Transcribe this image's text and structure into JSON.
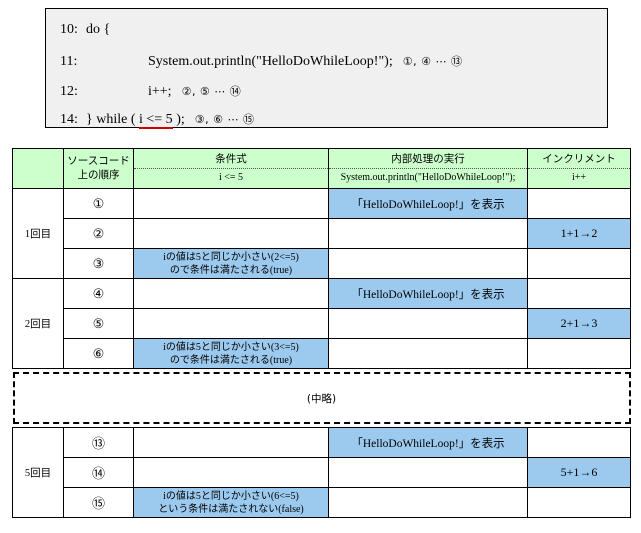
{
  "code_block": {
    "lines": [
      {
        "lineno": "10:",
        "indent": false,
        "code": "do {",
        "marks": ""
      },
      {
        "lineno": "11:",
        "indent": true,
        "code": "System.out.println(\"HelloDoWhileLoop!\");",
        "marks": "①, ④ ⋯ ⑬"
      },
      {
        "lineno": "12:",
        "indent": true,
        "code": "i++;",
        "marks": "②, ⑤ ⋯ ⑭"
      },
      {
        "lineno": "14:",
        "indent": false,
        "code_pre": "} while ( ",
        "code_cond": "i <= 5",
        "code_post": " );",
        "marks": "③, ⑥ ⋯ ⑮"
      }
    ]
  },
  "table": {
    "header": {
      "corner": "",
      "order_col": "ソースコード上の順序",
      "cond_col_title": "条件式",
      "cond_col_sub": "i <= 5",
      "exec_col_title": "内部処理の実行",
      "exec_col_sub": "System.out.println(\"HelloDoWhileLoop!\");",
      "incr_col_title": "インクリメント",
      "incr_col_sub": "i++"
    },
    "groups": [
      {
        "label": "1回目",
        "rows": [
          {
            "step": "①",
            "cond": "",
            "cond_hl": false,
            "exec": "「HelloDoWhileLoop!」を表示",
            "exec_hl": true,
            "incr": "",
            "incr_hl": false
          },
          {
            "step": "②",
            "cond": "",
            "cond_hl": false,
            "exec": "",
            "exec_hl": false,
            "incr": "1+1→2",
            "incr_hl": true
          },
          {
            "step": "③",
            "cond": "iの値は5と同じか小さい(2<=5)\nので条件は満たされる(true)",
            "cond_hl": true,
            "exec": "",
            "exec_hl": false,
            "incr": "",
            "incr_hl": false
          }
        ]
      },
      {
        "label": "2回目",
        "rows": [
          {
            "step": "④",
            "cond": "",
            "cond_hl": false,
            "exec": "「HelloDoWhileLoop!」を表示",
            "exec_hl": true,
            "incr": "",
            "incr_hl": false
          },
          {
            "step": "⑤",
            "cond": "",
            "cond_hl": false,
            "exec": "",
            "exec_hl": false,
            "incr": "2+1→3",
            "incr_hl": true
          },
          {
            "step": "⑥",
            "cond": "iの値は5と同じか小さい(3<=5)\nので条件は満たされる(true)",
            "cond_hl": true,
            "exec": "",
            "exec_hl": false,
            "incr": "",
            "incr_hl": false
          }
        ]
      }
    ],
    "omitted_label": "(中略)",
    "final_group": {
      "label": "5回目",
      "rows": [
        {
          "step": "⑬",
          "cond": "",
          "cond_hl": false,
          "exec": "「HelloDoWhileLoop!」を表示",
          "exec_hl": true,
          "incr": "",
          "incr_hl": false
        },
        {
          "step": "⑭",
          "cond": "",
          "cond_hl": false,
          "exec": "",
          "exec_hl": false,
          "incr": "5+1→6",
          "incr_hl": true
        },
        {
          "step": "⑮",
          "cond": "iの値は5と同じか小さい(6<=5)\nという条件は満たされない(false)",
          "cond_hl": true,
          "exec": "",
          "exec_hl": false,
          "incr": "",
          "incr_hl": false
        }
      ]
    }
  },
  "colors": {
    "header_green": "#ccffcc",
    "highlight_blue": "#9cc9ee",
    "code_bg": "#f0f0f0",
    "underline_red": "#cc0000"
  }
}
